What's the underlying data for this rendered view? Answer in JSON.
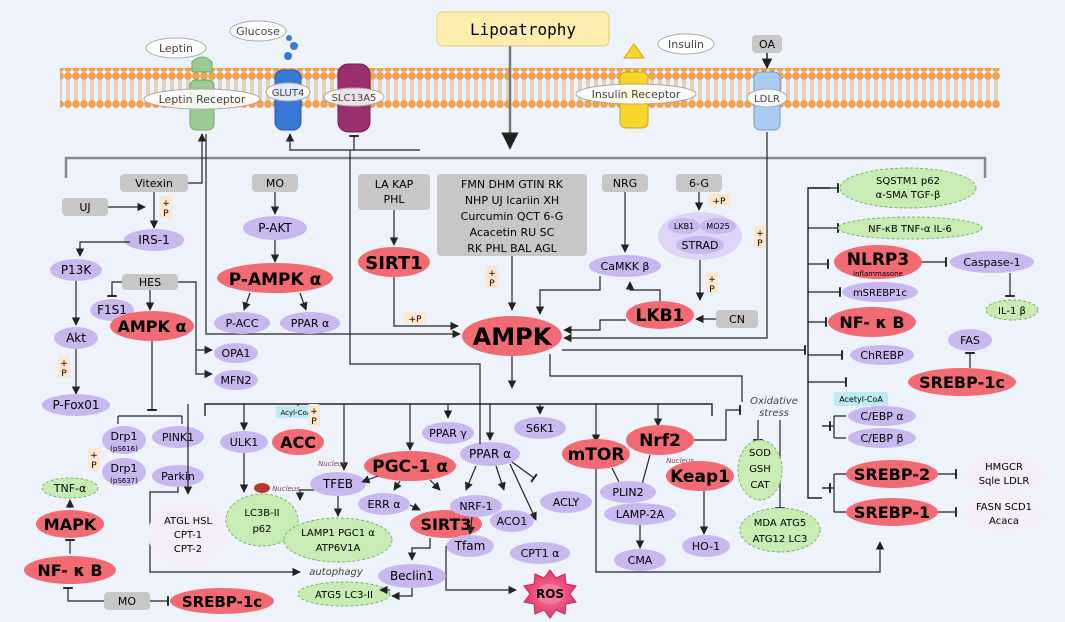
{
  "title": "Lipoatrophy",
  "membrane": {
    "leptin": "Leptin",
    "leptin_receptor": "Leptin Receptor",
    "glucose": "Glucose",
    "glut4": "GLUT4",
    "slc13a5": "SLC13A5",
    "insulin": "Insulin",
    "insulin_receptor": "Insulin Receptor",
    "oa": "OA",
    "ldlr": "LDLR"
  },
  "compounds": {
    "vitexin": "Vitexin",
    "uj": "UJ",
    "mo": "MO",
    "hes": "HES",
    "la_kap_phl": [
      "LA KAP",
      "PHL"
    ],
    "group": [
      "FMN DHM GTIN RK",
      "NHP UJ Icariin XH",
      "Curcumin QCT 6-G",
      "Acacetin RU SC",
      "RK PHL BAL AGL"
    ],
    "nrg": "NRG",
    "six_g": "6-G",
    "cn": "CN",
    "mo_bottom": "MO",
    "acetyl_coa": "Acetyl-CoA",
    "acyl_coa": "Acyl-CoA"
  },
  "phospho": {
    "plus": "+",
    "p": "P",
    "plus_p": "+P"
  },
  "nodes": {
    "irs1": "IRS-1",
    "p13k": "P13K",
    "akt": "Akt",
    "pfox01": "P-Fox01",
    "f1s1": "F1S1",
    "ampk_alpha": "AMPK α",
    "opa1": "OPA1",
    "mfn2": "MFN2",
    "p_akt": "P-AKT",
    "p_ampk_alpha": "P-AMPK α",
    "p_acc": "P-ACC",
    "ppar_alpha_top": "PPAR α",
    "sirt1": "SIRT1",
    "ampk": "AMPK",
    "camkk": "CaMKK β",
    "lkb1_small": "LKB1",
    "mo25": "MO25",
    "strad": "STRAD",
    "lkb1": "LKB1",
    "drp1_a": "Drp1",
    "drp1_a_sub": "(pS616)",
    "drp1_b": "Drp1",
    "drp1_b_sub": "(pS637)",
    "pink1": "PINK1",
    "parkin": "Parkin",
    "ulk1": "ULK1",
    "acc": "ACC",
    "tfeb": "TFEB",
    "pgc1a": "PGC-1 α",
    "ppar_gamma": "PPAR γ",
    "ppar_alpha": "PPAR α",
    "s6k1": "S6K1",
    "mtor": "mTOR",
    "nrf2": "Nrf2",
    "keap1": "Keap1",
    "err_alpha": "ERR α",
    "sirt3": "SIRT3",
    "nrf1": "NRF-1",
    "aco1": "ACO1",
    "acly": "ACLY",
    "tfam": "Tfam",
    "cpt1a": "CPT1 α",
    "plin2": "PLIN2",
    "lamp2a": "LAMP-2A",
    "cma": "CMA",
    "ho1": "HO-1",
    "beclin1": "Beclin1",
    "ros": "ROS",
    "tnf_alpha": "TNF-α",
    "mapk": "MAPK",
    "nfkb_left": "NF- κ B",
    "srebp1c_bottom": "SREBP-1c",
    "nucleus": "Nucleus",
    "autophagy": "autophagy",
    "oxidative_stress": [
      "Oxidative",
      "stress"
    ]
  },
  "clusters": {
    "atgl": [
      "ATGL HSL",
      "CPT-1",
      "CPT-2"
    ],
    "lc3b": [
      "LC3B-II",
      "p62"
    ],
    "lamp1": [
      "LAMP1 PGC1 α",
      "ATP6V1A"
    ],
    "atg5_lc3": "ATG5 LC3-II",
    "sod": [
      "SOD",
      "GSH",
      "CAT"
    ],
    "mda": [
      "MDA ATG5",
      "ATG12 LC3"
    ]
  },
  "right": {
    "sqstm1": [
      "SQSTM1 p62",
      "α-SMA TGF-β"
    ],
    "nfkb_tnf": "NF-κB TNF-α IL-6",
    "nlrp3": "NLRP3",
    "inflammasone": "inflammasone",
    "caspase1": "Caspase-1",
    "msrebp1c": "mSREBP1c",
    "il1b": "IL-1 β",
    "nfkb": "NF- κ B",
    "fas": "FAS",
    "chrebp": "ChREBP",
    "srebp1c": "SREBP-1c",
    "cebp_a": "C/EBP α",
    "cebp_b": "C/EBP β",
    "srebp2": "SREBP-2",
    "hmgcr": [
      "HMGCR",
      "Sqle LDLR"
    ],
    "srebp1": "SREBP-1",
    "fasn": [
      "FASN SCD1",
      "Acaca"
    ]
  },
  "colors": {
    "purple": "#c9b8f0",
    "red": "#f26a72",
    "green": "#c8ecb4",
    "gray": "#c7c7c7",
    "title_bg": "#fdeeb0",
    "membrane": "#f2b066"
  }
}
